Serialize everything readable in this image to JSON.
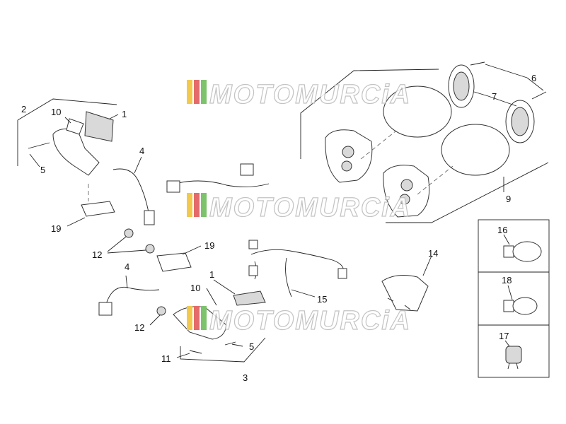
{
  "watermark": {
    "text": "MOTOMURCiA",
    "stripe_colors": [
      "#f2c94c",
      "#e36b6b",
      "#7cc36b"
    ]
  },
  "callouts": [
    {
      "id": "c1a",
      "text": "1"
    },
    {
      "id": "c2",
      "text": "2"
    },
    {
      "id": "c10a",
      "text": "10"
    },
    {
      "id": "c5a",
      "text": "5"
    },
    {
      "id": "c4a",
      "text": "4"
    },
    {
      "id": "c19a",
      "text": "19"
    },
    {
      "id": "c12a",
      "text": "12"
    },
    {
      "id": "c19b",
      "text": "19"
    },
    {
      "id": "c4b",
      "text": "4"
    },
    {
      "id": "c1b",
      "text": "1"
    },
    {
      "id": "c10b",
      "text": "10"
    },
    {
      "id": "c12b",
      "text": "12"
    },
    {
      "id": "c15",
      "text": "15"
    },
    {
      "id": "c5b",
      "text": "5"
    },
    {
      "id": "c11",
      "text": "11"
    },
    {
      "id": "c3",
      "text": "3"
    },
    {
      "id": "c6",
      "text": "6"
    },
    {
      "id": "c7",
      "text": "7"
    },
    {
      "id": "c9",
      "text": "9"
    },
    {
      "id": "c14",
      "text": "14"
    },
    {
      "id": "c16",
      "text": "16"
    },
    {
      "id": "c18",
      "text": "18"
    },
    {
      "id": "c17",
      "text": "17"
    }
  ]
}
